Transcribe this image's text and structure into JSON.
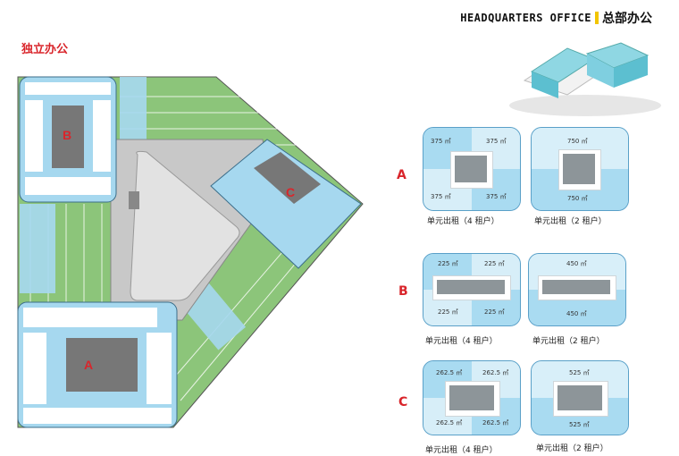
{
  "header": {
    "english": "HEADQUARTERS OFFICE",
    "chinese": "总部办公"
  },
  "section_title": "独立办公",
  "plan_labels": [
    "A",
    "B",
    "C"
  ],
  "units": {
    "A": {
      "four": {
        "areas": [
          "375 ㎡",
          "375 ㎡",
          "375 ㎡",
          "375 ㎡"
        ],
        "caption": "单元出租（4 租户）"
      },
      "two": {
        "areas": [
          "750 ㎡",
          "750 ㎡"
        ],
        "caption": "单元出租（2 租户）"
      }
    },
    "B": {
      "four": {
        "areas": [
          "225 ㎡",
          "225 ㎡",
          "225 ㎡",
          "225 ㎡"
        ],
        "caption": "单元出租（4 租户）"
      },
      "two": {
        "areas": [
          "450 ㎡",
          "450 ㎡"
        ],
        "caption": "单元出租（2 租户）"
      }
    },
    "C": {
      "four": {
        "areas": [
          "262.5 ㎡",
          "262.5 ㎡",
          "262.5 ㎡",
          "262.5 ㎡"
        ],
        "caption": "单元出租（4 租户）"
      },
      "two": {
        "areas": [
          "525 ㎡",
          "525 ㎡"
        ],
        "caption": "单元出租（2 租户）"
      }
    }
  },
  "colors": {
    "accent_red": "#d9252b",
    "accent_yellow": "#f2c500",
    "floor_blue": "#a6d8ef",
    "green": "#8cc57a",
    "grey": "#c8c8c8"
  }
}
